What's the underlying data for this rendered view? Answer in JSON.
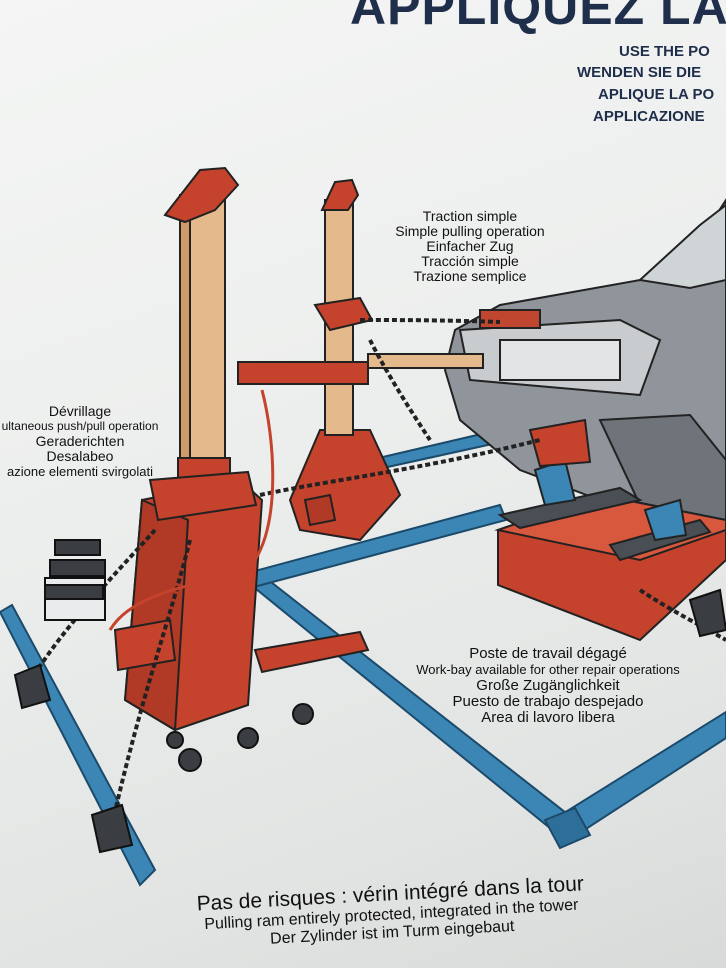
{
  "header": {
    "title": "APPLIQUEZ LA",
    "lines": [
      "USE THE PO",
      "WENDEN SIE DIE",
      "APLIQUE LA PO",
      "APPLICAZIONE"
    ]
  },
  "traction": [
    "Traction simple",
    "Simple pulling operation",
    "Einfacher Zug",
    "Tracción simple",
    "Trazione semplice"
  ],
  "devrillage": [
    "Dévrillage",
    "ultaneous push/pull operation",
    "Geraderichten",
    "Desalabeo",
    "azione elementi svirgolati"
  ],
  "poste": [
    "Poste de travail dégagé",
    "Work-bay available for other repair operations",
    "Große Zugänglichkeit",
    "Puesto de trabajo despejado",
    "Area di lavoro libera"
  ],
  "bottom": [
    "Pas de risques : vérin intégré dans la tour",
    "Pulling ram entirely protected, integrated in the tower",
    "Der Zylinder ist im Turm eingebaut"
  ]
}
